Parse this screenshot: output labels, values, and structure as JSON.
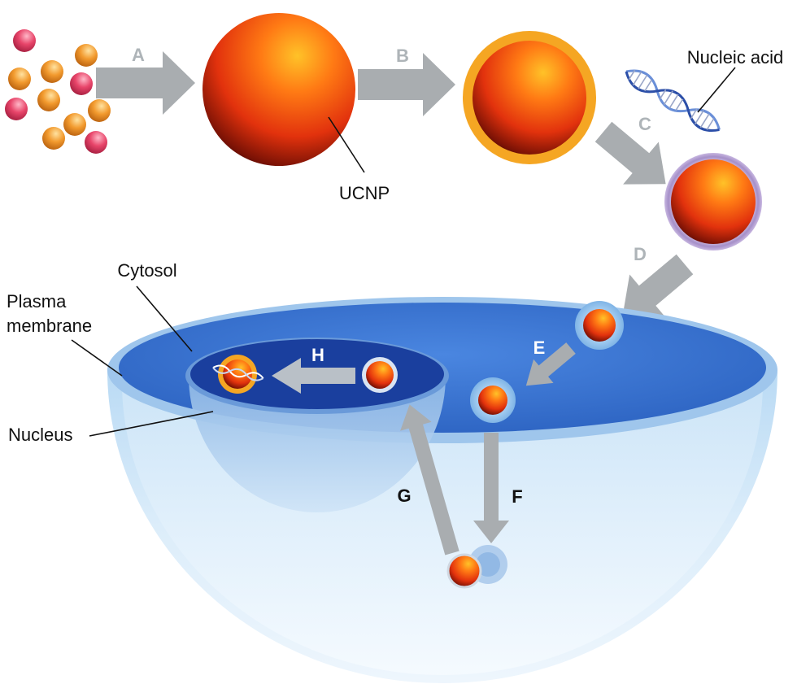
{
  "labels": {
    "ucnp": "UCNP",
    "nucleic_acid": "Nucleic acid",
    "cytosol": "Cytosol",
    "plasma_membrane_line1": "Plasma",
    "plasma_membrane_line2": "membrane",
    "nucleus": "Nucleus"
  },
  "steps": {
    "a": "A",
    "b": "B",
    "c": "C",
    "d": "D",
    "e": "E",
    "f": "F",
    "g": "G",
    "h": "H"
  },
  "colors": {
    "particle_core": "#e8380f",
    "particle_highlight": "#ffb020",
    "shell_gold": "#f5a623",
    "precursor_pink": "#e8456a",
    "precursor_orange": "#f29a2e",
    "arrow_gray": "#a9adb0",
    "step_letter_light": "#aeb4b8",
    "step_letter_white": "#ffffff",
    "step_letter_dark": "#111111",
    "cell_top": "#3d7ad6",
    "nucleus_top": "#1a3f9e",
    "cell_body": "#cfe6f8"
  }
}
